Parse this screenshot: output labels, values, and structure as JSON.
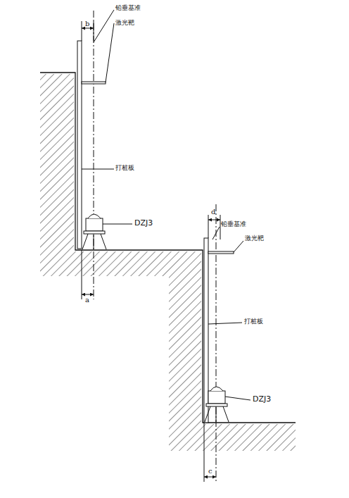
{
  "diagram": {
    "labels": [
      "b",
      "铅垂基准",
      "激光靶",
      "打桩板",
      "DZJ3",
      "a",
      "d",
      "铅垂基准",
      "激光靶",
      "打桩板",
      "DZJ3",
      "c"
    ]
  }
}
